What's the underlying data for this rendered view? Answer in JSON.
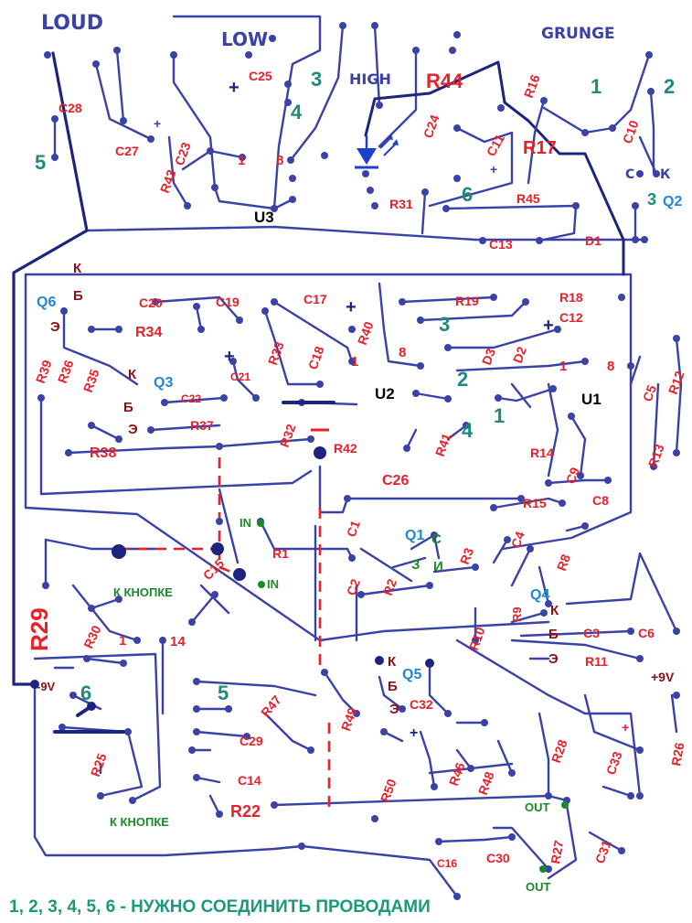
{
  "colors": {
    "wire": "#3a42a8",
    "wire_bold": "#1c2480",
    "part_label": "#e8202a",
    "wire_number": "#1f8a7a",
    "transistor_label": "#1e88d8",
    "pin_letter": "#8a1018",
    "signal_label": "#1a8a28",
    "dashed_shield": "#e8202a",
    "led": "#1f3fcf"
  },
  "handwritten": {
    "loud": "LOUD",
    "low": "LOW",
    "high": "HIGH",
    "grunge": "GRUNGE"
  },
  "chips": [
    "U3",
    "U2",
    "U1"
  ],
  "transistors": [
    "Q1",
    "Q2",
    "Q3",
    "Q4",
    "Q5",
    "Q6"
  ],
  "signals": {
    "in": "IN",
    "out": "OUT",
    "to_button": "К КНОПКЕ",
    "plus_9v": "+9V",
    "minus_9v": "-9V"
  },
  "big_labels": {
    "r44": "R44",
    "r17": "R17",
    "r29": "R29"
  },
  "parts": [
    "C28",
    "C27",
    "C23",
    "R43",
    "C25",
    "C24",
    "C11",
    "R31",
    "R45",
    "C13",
    "D1",
    "R16",
    "C10",
    "C20",
    "C19",
    "C17",
    "R19",
    "R18",
    "C12",
    "R34",
    "R33",
    "C18",
    "R40",
    "C21",
    "D3",
    "D2",
    "R39",
    "R36",
    "R35",
    "C22",
    "R37",
    "R38",
    "R32",
    "R42",
    "R41",
    "C26",
    "R14",
    "C9",
    "C8",
    "C5",
    "R12",
    "R13",
    "R15",
    "C1",
    "C2",
    "R1",
    "C15",
    "R2",
    "R3",
    "C4",
    "R8",
    "R30",
    "R9",
    "C3",
    "C6",
    "R11",
    "R10",
    "R25",
    "R47",
    "R49",
    "C29",
    "C32",
    "C14",
    "R50",
    "R46",
    "R48",
    "R28",
    "C33",
    "R26",
    "R22",
    "R27",
    "C31",
    "C16",
    "C30"
  ],
  "pin_letters": [
    "К",
    "Б",
    "Э",
    "С",
    "З",
    "И"
  ],
  "wire_numbers": [
    "1",
    "2",
    "3",
    "4",
    "5",
    "6"
  ],
  "pin_numbers": [
    "1",
    "8",
    "14"
  ],
  "caption": "1, 2, 3, 4, 5, 6 - НУЖНО СОЕДИНИТЬ ПРОВОДАМИ"
}
